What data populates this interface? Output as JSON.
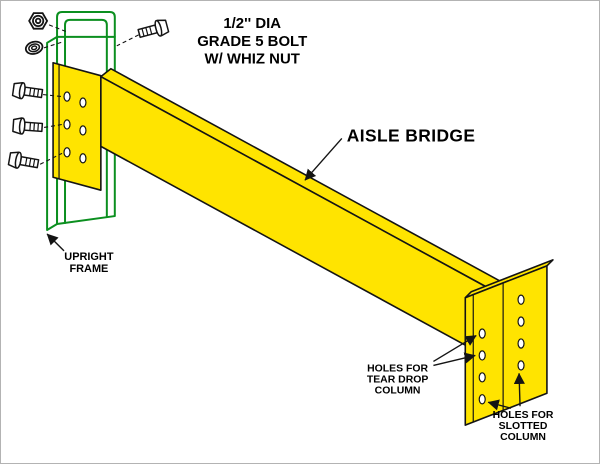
{
  "colors": {
    "bg": "#ffffff",
    "border": "#b3b3b3",
    "beam_yellow": "#ffe400",
    "frame_green": "#0b8f1f",
    "outline": "#141414",
    "hole_fill": "#ffffff",
    "text": "#000000"
  },
  "labels": {
    "bolt_note": {
      "lines": [
        "1/2'' DIA",
        "GRADE 5 BOLT",
        "W/ WHIZ NUT"
      ]
    },
    "aisle_bridge": {
      "text": "AISLE BRIDGE"
    },
    "upright_frame": {
      "lines": [
        "UPRIGHT",
        "FRAME"
      ]
    },
    "tear_drop_holes": {
      "lines": [
        "HOLES FOR",
        "TEAR DROP",
        "COLUMN"
      ]
    },
    "slotted_holes": {
      "lines": [
        "HOLES FOR",
        "SLOTTED",
        "COLUMN"
      ]
    }
  }
}
